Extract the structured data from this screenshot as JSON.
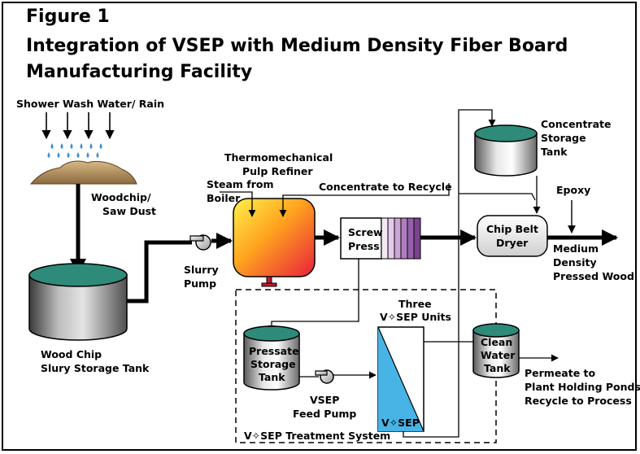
{
  "figure": {
    "label": "Figure 1",
    "title_line1": "Integration of VSEP with Medium Density Fiber Board",
    "title_line2": "Manufacturing Facility"
  },
  "labels": {
    "shower": "Shower Wash Water/ Rain",
    "woodchip_1": "Woodchip/",
    "woodchip_2": "Saw Dust",
    "storage_tank_1": "Wood Chip",
    "storage_tank_2": "Slury Storage Tank",
    "slurry_pump_1": "Slurry",
    "slurry_pump_2": "Pump",
    "steam_1": "Steam from",
    "steam_2": "Boiler",
    "refiner_1": "Thermomechanical",
    "refiner_2": "Pulp Refiner",
    "concentrate_recycle": "Concentrate to Recycle",
    "screw_press_1": "Screw",
    "screw_press_2": "Press",
    "concentrate_tank_1": "Concentrate",
    "concentrate_tank_2": "Storage",
    "concentrate_tank_3": "Tank",
    "epoxy": "Epoxy",
    "dryer_1": "Chip Belt",
    "dryer_2": "Dryer",
    "mdf_1": "Medium",
    "mdf_2": "Density",
    "mdf_3": "Pressed Wood",
    "vsep_units_1": "Three",
    "vsep_units_2": "V✧SEP Units",
    "vsep_column": "V✧SEP",
    "pressate_tank_1": "Pressate",
    "pressate_tank_2": "Storage",
    "pressate_tank_3": "Tank",
    "feed_pump_1": "VSEP",
    "feed_pump_2": "Feed Pump",
    "clean_tank_1": "Clean",
    "clean_tank_2": "Water",
    "clean_tank_3": "Tank",
    "permeate_1": "Permeate to",
    "permeate_2": "Plant Holding Ponds/",
    "permeate_3": "Recycle to Process",
    "treatment_system": "V✧SEP Treatment System"
  },
  "colors": {
    "tank_liquid": "#2e8b7a",
    "droplet": "#3a8fd8",
    "mound": "#b08d5e",
    "vsep_fill": "#48b4e6",
    "press_purple": "#8a4f9e",
    "refiner_top": "#ffe13a",
    "refiner_bottom": "#e8203a"
  }
}
